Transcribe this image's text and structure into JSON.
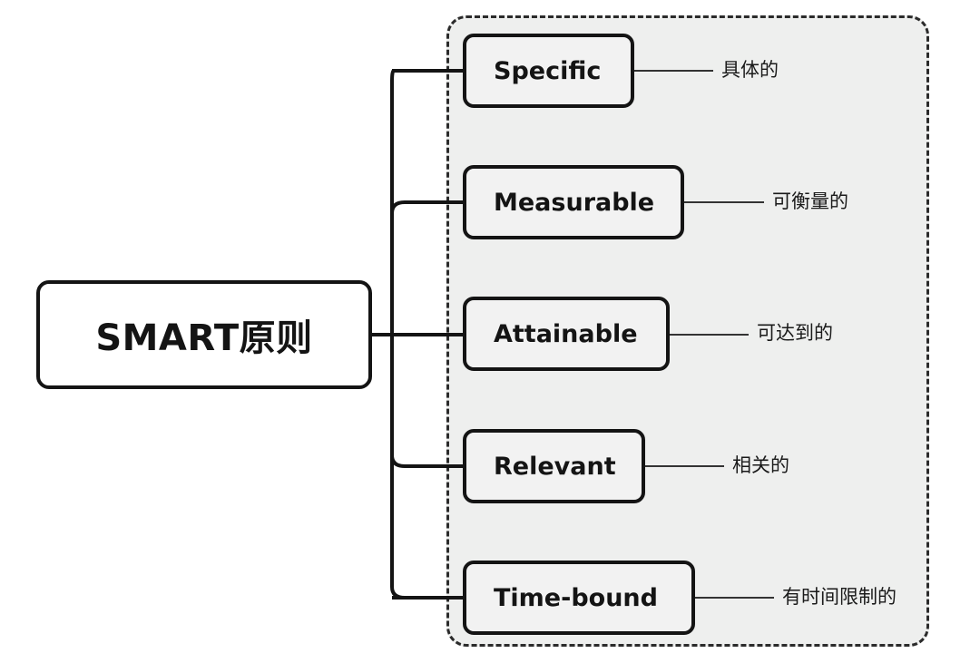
{
  "root": {
    "label": "SMART原则"
  },
  "branches": [
    {
      "label": "Specific",
      "meaning": "具体的"
    },
    {
      "label": "Measurable",
      "meaning": "可衡量的"
    },
    {
      "label": "Attainable",
      "meaning": "可达到的"
    },
    {
      "label": "Relevant",
      "meaning": "相关的"
    },
    {
      "label": "Time-bound",
      "meaning": "有时间限制的"
    }
  ],
  "colors": {
    "line": "#141414",
    "node_fill": "#f2f2f2",
    "group_fill": "#eeefee"
  }
}
